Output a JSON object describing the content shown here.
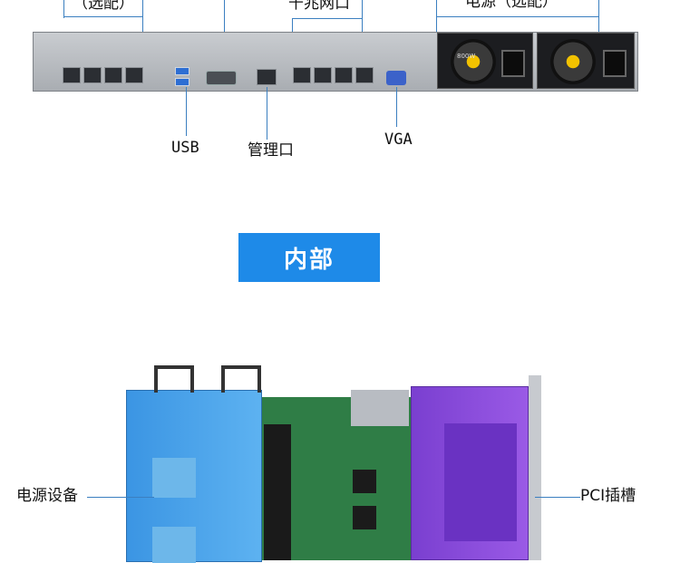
{
  "rear_panel": {
    "labels": {
      "optional_nic": "（选配）",
      "gigabit_ports": "千兆网口",
      "power_optional": "电源（选配）",
      "usb": "USB",
      "mgmt_port": "管理口",
      "vga": "VGA"
    },
    "psu_rating": "800W"
  },
  "section": {
    "title": "内部"
  },
  "interior": {
    "labels": {
      "power_device": "电源设备",
      "pci_slot": "PCI插槽"
    }
  },
  "colors": {
    "accent_blue": "#1e8ae8",
    "leader_line": "#3b7fc0",
    "psu_blue": "#4aa3ea",
    "riser_purple": "#8a4fd6",
    "board_green": "#2f7d46"
  }
}
